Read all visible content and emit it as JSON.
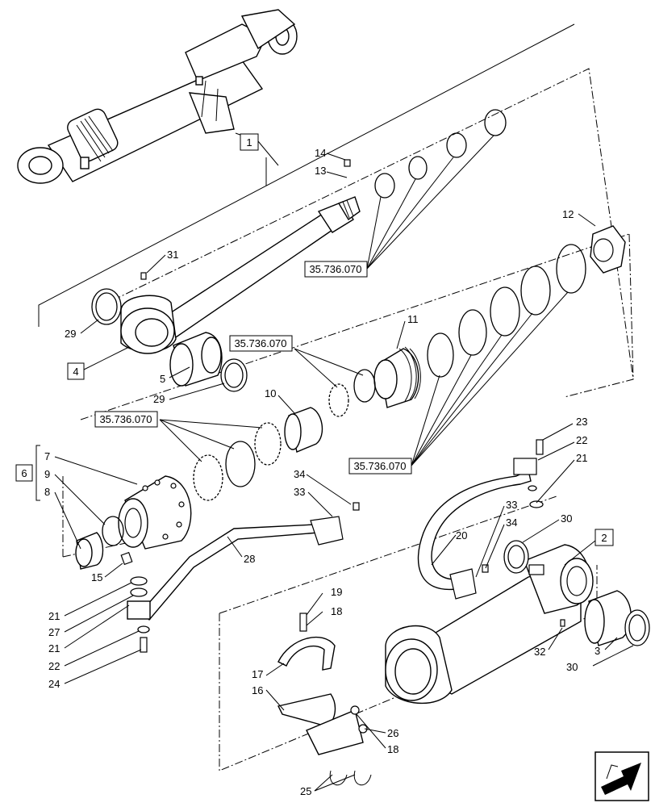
{
  "diagram": {
    "plain_labels": {
      "l3": "3",
      "l5": "5",
      "l7": "7",
      "l8": "8",
      "l9": "9",
      "l10": "10",
      "l11": "11",
      "l12": "12",
      "l13": "13",
      "l14": "14",
      "l15": "15",
      "l16": "16",
      "l17": "17",
      "l18a": "18",
      "l18b": "18",
      "l19": "19",
      "l20": "20",
      "l21a": "21",
      "l21b": "21",
      "l21c": "21",
      "l22a": "22",
      "l22b": "22",
      "l23": "23",
      "l24": "24",
      "l25": "25",
      "l26": "26",
      "l27": "27",
      "l28": "28",
      "l29a": "29",
      "l29b": "29",
      "l30a": "30",
      "l30b": "30",
      "l31": "31",
      "l32": "32",
      "l33a": "33",
      "l33b": "33",
      "l34a": "34",
      "l34b": "34"
    },
    "boxed_labels": {
      "b1": "1",
      "b2": "2",
      "b4": "4",
      "b6": "6"
    },
    "reference_labels": {
      "r1": "35.736.070",
      "r2": "35.736.070",
      "r3": "35.736.070",
      "r4": "35.736.070"
    }
  },
  "nav": {
    "icon": "next-page-arrow-icon"
  }
}
